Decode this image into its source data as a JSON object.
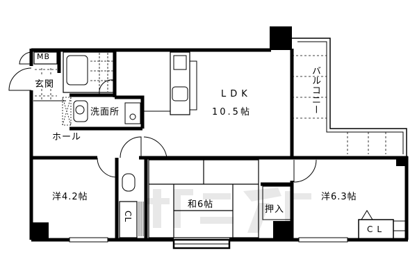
{
  "rooms": {
    "mb": "MB",
    "genkan": "玄関",
    "washroom": "洗面所",
    "hall": "ホール",
    "ldk_name": "LDK",
    "ldk_size": "10.5帖",
    "balcony": "バルコニー",
    "western_1": "洋4.2帖",
    "closet_1": "CL",
    "japanese": "和6帖",
    "oshiire": "押入",
    "western_2": "洋6.3帖",
    "closet_2": "CL"
  },
  "watermark": "都ライフ",
  "colors": {
    "wall": "#000000",
    "background": "#ffffff",
    "watermark": "#e8e8e8"
  }
}
